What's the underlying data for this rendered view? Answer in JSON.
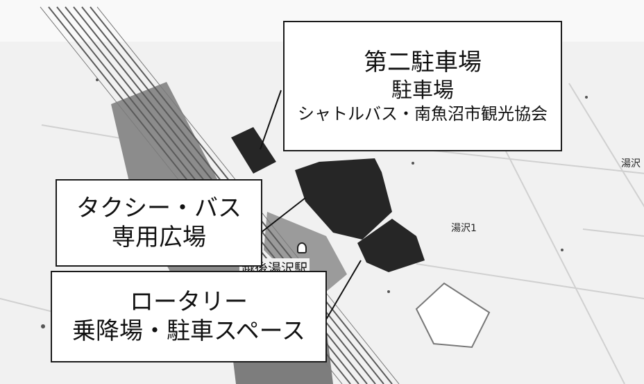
{
  "map": {
    "station_label": "越後湯沢駅",
    "district_label": "湯沢1",
    "edge_label": "湯沢"
  },
  "callouts": {
    "top": {
      "line1": "第二駐車場",
      "line2": "駐車場",
      "line3": "シャトルバス・南魚沼市観光協会"
    },
    "left": {
      "line1": "タクシー・バス",
      "line2": "専用広場"
    },
    "bottom": {
      "line1": "ロータリー",
      "line2": "乗降場・駐車スペース"
    }
  },
  "colors": {
    "highlight_dark": "#262626",
    "station_gray": "#8c8c8c",
    "rail": "#5a5a5a",
    "background": "#f1f1f1"
  }
}
